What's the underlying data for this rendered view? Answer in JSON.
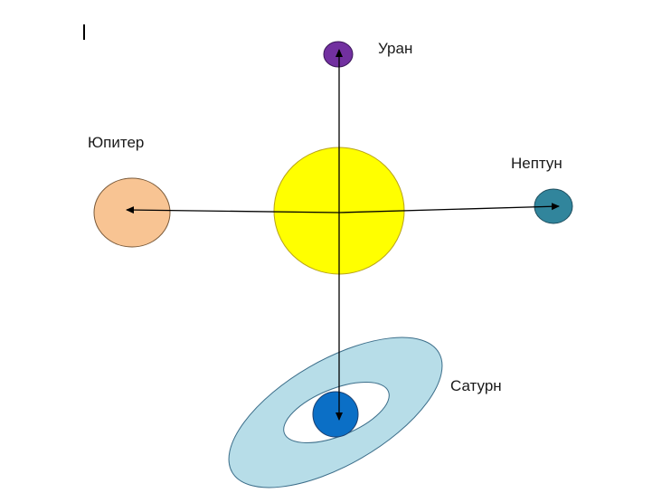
{
  "labels": {
    "uranus": "Уран",
    "jupiter": "Юпитер",
    "neptune": "Нептун",
    "saturn": "Сатурн"
  },
  "colors": {
    "sun_fill": "#ffff00",
    "sun_stroke": "#b7a21a",
    "jupiter_fill": "#f8c493",
    "uranus_fill": "#7230a0",
    "neptune_fill": "#31859c",
    "saturn_fill": "#0b6fc6",
    "ring_fill": "#b7dde8",
    "arrow_stroke": "#000000"
  }
}
